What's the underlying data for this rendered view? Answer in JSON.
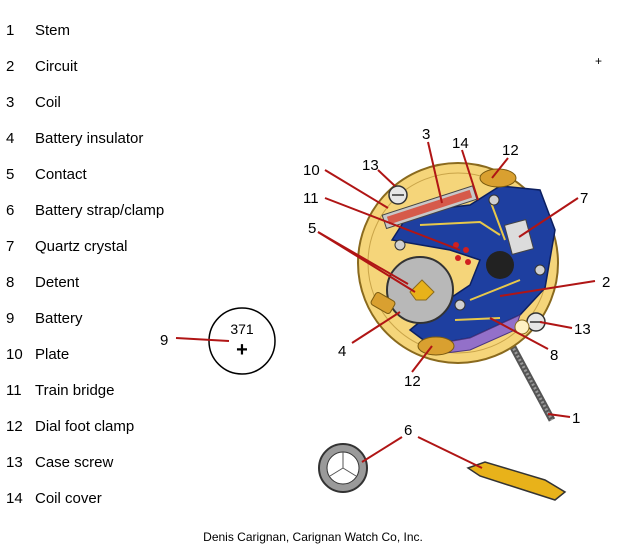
{
  "legend": [
    {
      "num": "1",
      "label": "Stem"
    },
    {
      "num": "2",
      "label": "Circuit"
    },
    {
      "num": "3",
      "label": "Coil"
    },
    {
      "num": "4",
      "label": "Battery insulator"
    },
    {
      "num": "5",
      "label": "Contact"
    },
    {
      "num": "6",
      "label": "Battery strap/clamp"
    },
    {
      "num": "7",
      "label": "Quartz  crystal"
    },
    {
      "num": "8",
      "label": "Detent"
    },
    {
      "num": "9",
      "label": "Battery"
    },
    {
      "num": "10",
      "label": "Plate"
    },
    {
      "num": "11",
      "label": "Train bridge"
    },
    {
      "num": "12",
      "label": "Dial foot clamp"
    },
    {
      "num": "13",
      "label": "Case screw"
    },
    {
      "num": "14",
      "label": "Coil cover"
    }
  ],
  "callouts": {
    "c1": "1",
    "c2": "2",
    "c3": "3",
    "c4": "4",
    "c5": "5",
    "c6": "6",
    "c7": "7",
    "c8": "8",
    "c9": "9",
    "c10": "10",
    "c11": "11",
    "c12a": "12",
    "c12b": "12",
    "c13a": "13",
    "c13b": "13",
    "c14": "14"
  },
  "battery": {
    "model": "371",
    "sign": "+"
  },
  "corner_mark": "+",
  "credit": "Denis Carignan, Carignan Watch Co, Inc.",
  "colors": {
    "plate": "#f5d57a",
    "plate_edge": "#8a6a1e",
    "circuit": "#1e3fa0",
    "leader": "#b01515",
    "battery": "#b8b8b8",
    "trace": "#e8c84a"
  }
}
